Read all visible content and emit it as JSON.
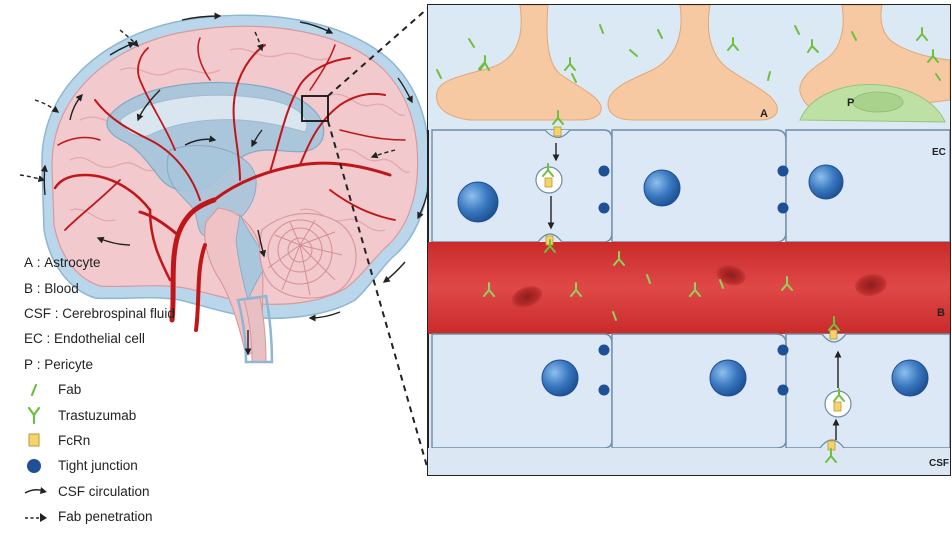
{
  "figure": {
    "panel_labels": {
      "astrocyte": "A",
      "pericyte": "P",
      "endothelial": "EC",
      "blood": "B",
      "csf": "CSF"
    },
    "legend": {
      "abbreviations": [
        {
          "key": "A",
          "text": "Astrocyte"
        },
        {
          "key": "B",
          "text": "Blood"
        },
        {
          "key": "CSF",
          "text": "Cerebrospinal fluid"
        },
        {
          "key": "EC",
          "text": "Endothelial cell"
        },
        {
          "key": "P",
          "text": "Pericyte"
        }
      ],
      "symbols": [
        {
          "icon": "fab-icon",
          "label": "Fab"
        },
        {
          "icon": "trastuzumab-icon",
          "label": "Trastuzumab"
        },
        {
          "icon": "fcrn-icon",
          "label": "FcRn"
        },
        {
          "icon": "tight-junction-icon",
          "label": "Tight junction"
        },
        {
          "icon": "csf-circulation-arrow-icon",
          "label": "CSF circulation"
        },
        {
          "icon": "fab-penetration-arrow-icon",
          "label": "Fab penetration"
        }
      ]
    },
    "colors": {
      "brain_tissue": "#f2c9cc",
      "blood_vessel": "#c0161a",
      "ventricle": "#a8c6dc",
      "meninges": "#b9d6ea",
      "endothelial_cell": "#dce8f5",
      "nucleus": "#3a78c0",
      "tight_junction": "#1f4f94",
      "blood_lumen": "#d83a3a",
      "astrocyte": "#f6c9a2",
      "pericyte": "#bfe0a5",
      "fab": "#6fbf3f",
      "fcrn": "#f5d36a",
      "outline_dark": "#333333"
    }
  }
}
